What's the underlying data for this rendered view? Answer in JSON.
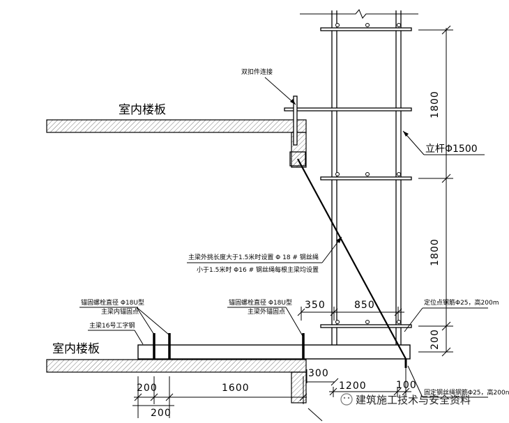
{
  "labels": {
    "floor_top": "室内楼板",
    "floor_bottom": "室内楼板",
    "double_clip": "双扣件连接",
    "pole": "立杆Φ1500",
    "cable_note_1": "主梁外挑长度大于1.5米时设置 Φ 18 # 钢丝绳",
    "cable_note_2": "小于1.5米时 Φ16 # 钢丝绳每根主梁均设置",
    "anchor_left_1": "锚固螺栓直径 Φ18U型",
    "anchor_left_2": "主梁内锚固点",
    "beam_i16": "主梁16号工字钢",
    "anchor_mid_1": "锚固螺栓直径 Φ18U型",
    "anchor_mid_2": "主梁外锚固点",
    "locating_bar": "定位点钢筋Φ25，高200m",
    "fixed_bar": "固定钢丝绳钢筋Φ25，高200n",
    "watermark": "建筑施工技术与安全资料"
  },
  "dimensions": {
    "d1800_top": "1800",
    "d1800_mid": "1800",
    "d200_right": "200",
    "d350": "350",
    "d850": "850",
    "d300": "300",
    "d1200": "1200",
    "d100": "100",
    "d200_left": "200",
    "d1600": "1600",
    "d200_below": "200"
  },
  "colors": {
    "line": "#000000",
    "hatch": "#555555"
  }
}
